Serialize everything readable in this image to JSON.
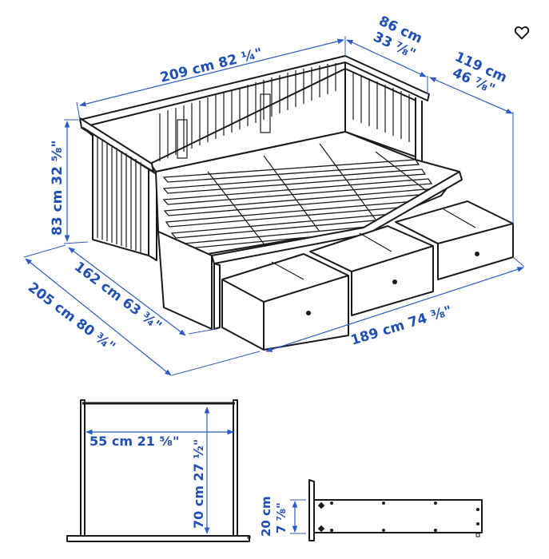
{
  "favorite": {
    "icon": "heart-outline-icon"
  },
  "colors": {
    "dimension_blue": "#1f4fb5",
    "line_ink": "#1a1a1a",
    "background": "#ffffff"
  },
  "main_view": {
    "overall_length": "209 cm 82 ¼\"",
    "depth_cm": "86 cm",
    "depth_in": "33 ⅞\"",
    "extended_width_cm": "119 cm",
    "extended_width_in": "46 ⅞\"",
    "height": "83 cm 32 ⅝\"",
    "mattress_width": "162 cm 63 ¾\"",
    "extended_depth": "205 cm 80 ¾\"",
    "drawer_row_length": "189 cm 74 ⅜\""
  },
  "drawer_top_view": {
    "width": "55 cm 21 ⅝\"",
    "depth": "70 cm 27 ½\""
  },
  "drawer_side_view": {
    "height_cm": "20 cm",
    "height_in": "7 ⅞\""
  }
}
